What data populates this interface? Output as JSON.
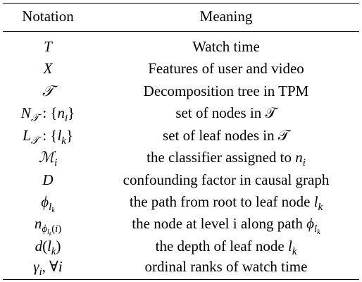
{
  "table": {
    "headers": {
      "notation": "Notation",
      "meaning": "Meaning"
    },
    "rows": [
      {
        "meaning": "Watch time"
      },
      {
        "meaning": "Features of user and video"
      },
      {
        "meaning": "Decomposition tree in TPM"
      },
      {
        "meaning": "set of nodes in 𝒯"
      },
      {
        "meaning": "set of leaf nodes in 𝒯"
      },
      {
        "meaning_prefix": "the classifier assigned to ",
        "meaning_math": "n",
        "meaning_sub": "i"
      },
      {
        "meaning": "confounding factor in causal graph"
      },
      {
        "meaning_prefix": "the path from root to leaf node ",
        "meaning_math": "l",
        "meaning_sub": "k"
      },
      {
        "meaning_prefix": "the node at level i along path ",
        "meaning_math": "ϕ",
        "meaning_sub": "l",
        "meaning_subsub": "k"
      },
      {
        "meaning_prefix": "the depth of leaf node ",
        "meaning_math": "l",
        "meaning_sub": "k"
      },
      {
        "meaning": "ordinal ranks of watch time"
      }
    ],
    "notation_text": {
      "T": "T",
      "X": "X",
      "tree": "𝒯",
      "N": "N",
      "L": "L",
      "n": "n",
      "l": "l",
      "i": "i",
      "k": "k",
      "M": "ℳ",
      "D": "D",
      "phi": "ϕ",
      "d": "d",
      "gamma": "γ",
      "forall": "∀"
    }
  }
}
